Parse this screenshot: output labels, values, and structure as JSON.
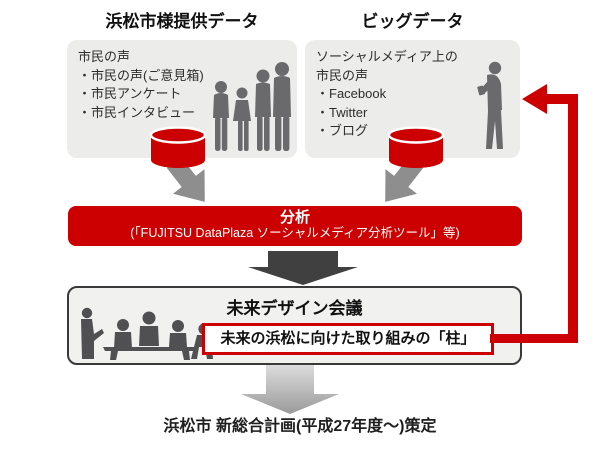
{
  "diagram": {
    "source_left": {
      "title": "浜松市様提供データ",
      "box": {
        "heading": "市民の声",
        "items": [
          "・市民の声(ご意見箱)",
          "・市民アンケート",
          "・市民インタビュー"
        ]
      }
    },
    "source_right": {
      "title": "ビッグデータ",
      "box": {
        "heading_line1": "ソーシャルメディア上の",
        "heading_line2": "市民の声",
        "items": [
          "・Facebook",
          "・Twitter",
          "・ブログ"
        ]
      }
    },
    "analysis": {
      "title": "分析",
      "subtitle": "(「FUJITSU DataPlaza ソーシャルメディア分析ツール」等)"
    },
    "meeting": {
      "title": "未来デザイン会議",
      "highlight": "未来の浜松に向けた取り組みの「柱」"
    },
    "outcome": "浜松市 新総合計画(平成27年度〜)策定",
    "icons": {
      "database": "database-cylinder-icon",
      "citizens": "family-silhouette-icon",
      "smartphone_user": "person-with-phone-silhouette-icon",
      "meeting_group": "meeting-people-silhouette-icon",
      "flow": "down-arrow-icon",
      "feedback": "left-arrow-icon"
    },
    "colors": {
      "accent_red": "#cc0000",
      "box_gray": "#ececea",
      "arrow_gray": "#8e8e8e",
      "arrow_dark": "#404040",
      "silhouette_gray": "#6a6a6c"
    }
  }
}
